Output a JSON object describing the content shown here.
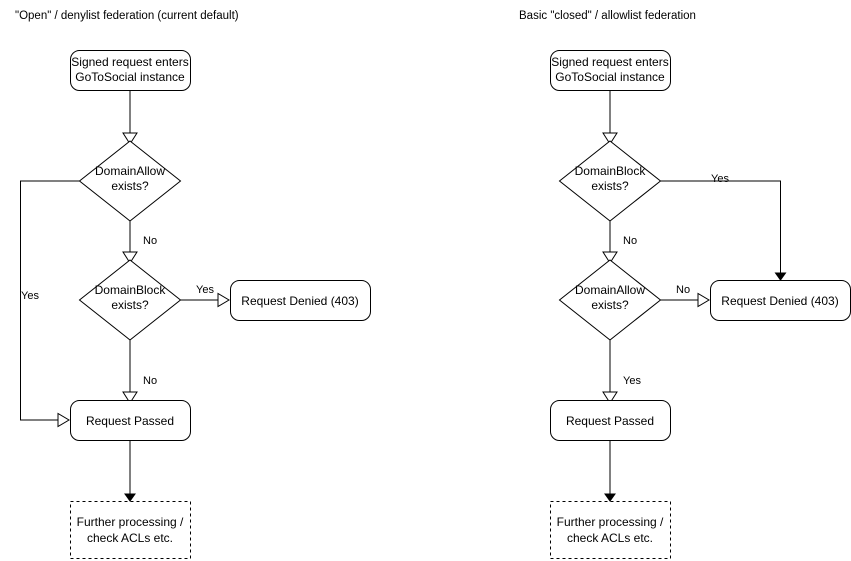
{
  "diagram": {
    "type": "flowchart",
    "background": "#ffffff",
    "stroke_color": "#000000",
    "text_color": "#000000",
    "panels": [
      {
        "id": "open-denylist",
        "title": "\"Open\" / denylist federation (current default)",
        "nodes": [
          {
            "id": "entry",
            "shape": "rounded-rect",
            "lines": [
              "Signed request enters",
              "GoToSocial instance"
            ]
          },
          {
            "id": "domain-allow",
            "shape": "diamond",
            "lines": [
              "DomainAllow",
              "exists?"
            ]
          },
          {
            "id": "domain-block",
            "shape": "diamond",
            "lines": [
              "DomainBlock",
              "exists?"
            ]
          },
          {
            "id": "denied",
            "shape": "rounded-rect",
            "lines": [
              "Request Denied (403)"
            ]
          },
          {
            "id": "passed",
            "shape": "rounded-rect",
            "lines": [
              "Request Passed"
            ]
          },
          {
            "id": "further",
            "shape": "dashed-rect",
            "lines": [
              "Further processing /",
              "check ACLs etc."
            ]
          }
        ],
        "edges": [
          {
            "from": "entry",
            "to": "domain-allow",
            "label": "",
            "arrow": "open"
          },
          {
            "from": "domain-allow",
            "to": "passed",
            "label": "Yes",
            "arrow": "open"
          },
          {
            "from": "domain-allow",
            "to": "domain-block",
            "label": "No",
            "arrow": "open"
          },
          {
            "from": "domain-block",
            "to": "denied",
            "label": "Yes",
            "arrow": "open"
          },
          {
            "from": "domain-block",
            "to": "passed",
            "label": "No",
            "arrow": "open"
          },
          {
            "from": "passed",
            "to": "further",
            "label": "",
            "arrow": "filled"
          }
        ]
      },
      {
        "id": "closed-allowlist",
        "title": "Basic \"closed\" / allowlist federation",
        "nodes": [
          {
            "id": "entry",
            "shape": "rounded-rect",
            "lines": [
              "Signed request enters",
              "GoToSocial instance"
            ]
          },
          {
            "id": "domain-block",
            "shape": "diamond",
            "lines": [
              "DomainBlock",
              "exists?"
            ]
          },
          {
            "id": "domain-allow",
            "shape": "diamond",
            "lines": [
              "DomainAllow",
              "exists?"
            ]
          },
          {
            "id": "denied",
            "shape": "rounded-rect",
            "lines": [
              "Request Denied (403)"
            ]
          },
          {
            "id": "passed",
            "shape": "rounded-rect",
            "lines": [
              "Request Passed"
            ]
          },
          {
            "id": "further",
            "shape": "dashed-rect",
            "lines": [
              "Further processing /",
              "check ACLs etc."
            ]
          }
        ],
        "edges": [
          {
            "from": "entry",
            "to": "domain-block",
            "label": "",
            "arrow": "open"
          },
          {
            "from": "domain-block",
            "to": "denied",
            "label": "Yes",
            "arrow": "filled"
          },
          {
            "from": "domain-block",
            "to": "domain-allow",
            "label": "No",
            "arrow": "open"
          },
          {
            "from": "domain-allow",
            "to": "denied",
            "label": "No",
            "arrow": "open"
          },
          {
            "from": "domain-allow",
            "to": "passed",
            "label": "Yes",
            "arrow": "open"
          },
          {
            "from": "passed",
            "to": "further",
            "label": "",
            "arrow": "filled"
          }
        ]
      }
    ],
    "labels": {
      "yes": "Yes",
      "no": "No"
    }
  }
}
